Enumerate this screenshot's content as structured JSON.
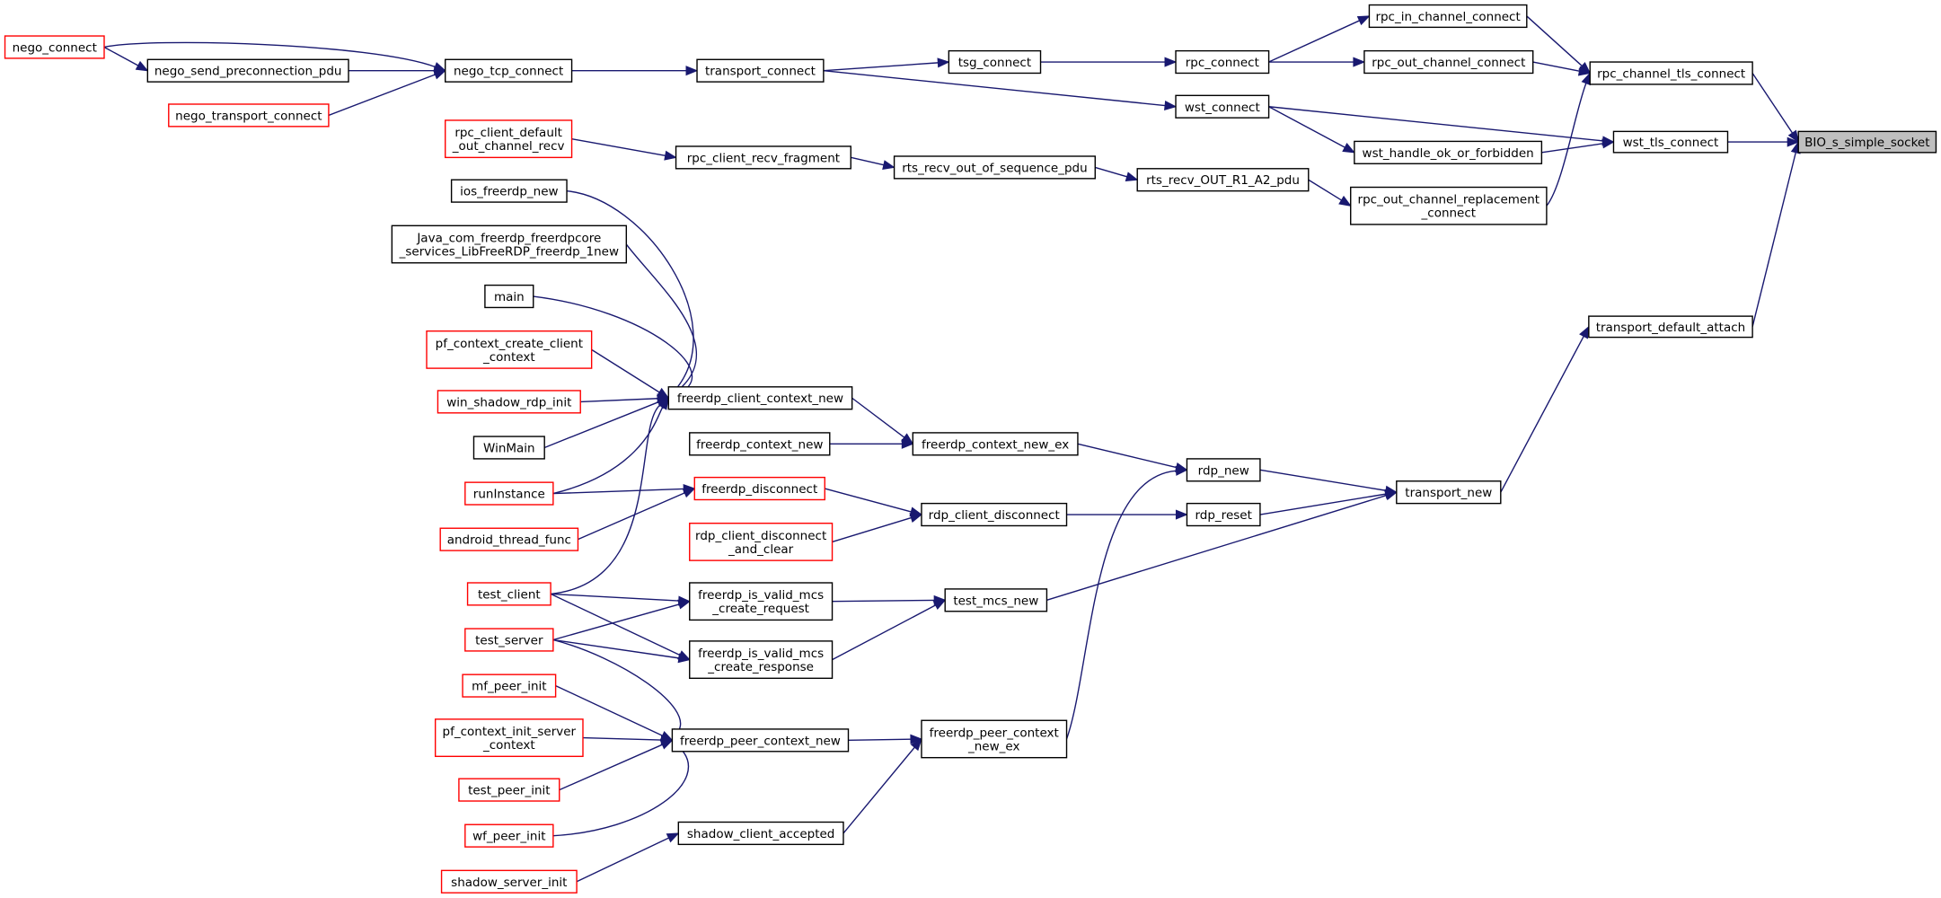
{
  "graph": {
    "colors": {
      "edge": "#191970",
      "truncated_node_border": "#ff0000",
      "normal_node_border": "#000000",
      "highlight_fill": "#bfbfbf"
    },
    "nodes": [
      {
        "id": "bio_s_simple_socket",
        "label": [
          "BIO_s_simple_socket"
        ],
        "highlight": true
      },
      {
        "id": "wst_tls_connect",
        "label": [
          "wst_tls_connect"
        ]
      },
      {
        "id": "rpc_channel_tls_connect",
        "label": [
          "rpc_channel_tls_connect"
        ]
      },
      {
        "id": "transport_default_attach",
        "label": [
          "transport_default_attach"
        ]
      },
      {
        "id": "rpc_in_channel_connect",
        "label": [
          "rpc_in_channel_connect"
        ]
      },
      {
        "id": "rpc_out_channel_connect",
        "label": [
          "rpc_out_channel_connect"
        ]
      },
      {
        "id": "rpc_out_channel_replacement_connect",
        "label": [
          "rpc_out_channel_replacement",
          "_connect"
        ]
      },
      {
        "id": "wst_handle_ok_or_forbidden",
        "label": [
          "wst_handle_ok_or_forbidden"
        ]
      },
      {
        "id": "wst_connect",
        "label": [
          "wst_connect"
        ]
      },
      {
        "id": "rpc_connect",
        "label": [
          "rpc_connect"
        ]
      },
      {
        "id": "tsg_connect",
        "label": [
          "tsg_connect"
        ]
      },
      {
        "id": "transport_connect",
        "label": [
          "transport_connect"
        ]
      },
      {
        "id": "nego_tcp_connect",
        "label": [
          "nego_tcp_connect"
        ]
      },
      {
        "id": "nego_send_preconnection_pdu",
        "label": [
          "nego_send_preconnection_pdu"
        ]
      },
      {
        "id": "nego_connect",
        "label": [
          "nego_connect"
        ],
        "truncated": true
      },
      {
        "id": "nego_transport_connect",
        "label": [
          "nego_transport_connect"
        ],
        "truncated": true
      },
      {
        "id": "rts_recv_out_r1_a2_pdu",
        "label": [
          "rts_recv_OUT_R1_A2_pdu"
        ]
      },
      {
        "id": "rts_recv_out_of_sequence_pdu",
        "label": [
          "rts_recv_out_of_sequence_pdu"
        ]
      },
      {
        "id": "rpc_client_recv_fragment",
        "label": [
          "rpc_client_recv_fragment"
        ]
      },
      {
        "id": "rpc_client_default_out_channel_recv",
        "label": [
          "rpc_client_default",
          "_out_channel_recv"
        ],
        "truncated": true
      },
      {
        "id": "transport_new",
        "label": [
          "transport_new"
        ]
      },
      {
        "id": "rdp_new",
        "label": [
          "rdp_new"
        ]
      },
      {
        "id": "rdp_reset",
        "label": [
          "rdp_reset"
        ]
      },
      {
        "id": "test_mcs_new",
        "label": [
          "test_mcs_new"
        ]
      },
      {
        "id": "freerdp_context_new_ex",
        "label": [
          "freerdp_context_new_ex"
        ]
      },
      {
        "id": "freerdp_peer_context_new_ex",
        "label": [
          "freerdp_peer_context",
          "_new_ex"
        ]
      },
      {
        "id": "rdp_client_disconnect",
        "label": [
          "rdp_client_disconnect"
        ]
      },
      {
        "id": "freerdp_client_context_new",
        "label": [
          "freerdp_client_context_new"
        ]
      },
      {
        "id": "freerdp_context_new",
        "label": [
          "freerdp_context_new"
        ]
      },
      {
        "id": "freerdp_disconnect",
        "label": [
          "freerdp_disconnect"
        ],
        "truncated": true
      },
      {
        "id": "rdp_client_disconnect_and_clear",
        "label": [
          "rdp_client_disconnect",
          "_and_clear"
        ],
        "truncated": true
      },
      {
        "id": "freerdp_is_valid_mcs_create_request",
        "label": [
          "freerdp_is_valid_mcs",
          "_create_request"
        ]
      },
      {
        "id": "freerdp_is_valid_mcs_create_response",
        "label": [
          "freerdp_is_valid_mcs",
          "_create_response"
        ]
      },
      {
        "id": "freerdp_peer_context_new",
        "label": [
          "freerdp_peer_context_new"
        ]
      },
      {
        "id": "shadow_client_accepted",
        "label": [
          "shadow_client_accepted"
        ]
      },
      {
        "id": "ios_freerdp_new",
        "label": [
          "ios_freerdp_new"
        ]
      },
      {
        "id": "java_freerdp_new",
        "label": [
          "Java_com_freerdp_freerdpcore",
          "_services_LibFreeRDP_freerdp_1new"
        ]
      },
      {
        "id": "main",
        "label": [
          "main"
        ]
      },
      {
        "id": "pf_context_create_client_context",
        "label": [
          "pf_context_create_client",
          "_context"
        ],
        "truncated": true
      },
      {
        "id": "win_shadow_rdp_init",
        "label": [
          "win_shadow_rdp_init"
        ],
        "truncated": true
      },
      {
        "id": "winmain",
        "label": [
          "WinMain"
        ]
      },
      {
        "id": "runinstance",
        "label": [
          "runInstance"
        ],
        "truncated": true
      },
      {
        "id": "android_thread_func",
        "label": [
          "android_thread_func"
        ],
        "truncated": true
      },
      {
        "id": "test_client",
        "label": [
          "test_client"
        ],
        "truncated": true
      },
      {
        "id": "test_server",
        "label": [
          "test_server"
        ],
        "truncated": true
      },
      {
        "id": "mf_peer_init",
        "label": [
          "mf_peer_init"
        ],
        "truncated": true
      },
      {
        "id": "pf_context_init_server_context",
        "label": [
          "pf_context_init_server",
          "_context"
        ],
        "truncated": true
      },
      {
        "id": "test_peer_init",
        "label": [
          "test_peer_init"
        ],
        "truncated": true
      },
      {
        "id": "wf_peer_init",
        "label": [
          "wf_peer_init"
        ],
        "truncated": true
      },
      {
        "id": "shadow_server_init",
        "label": [
          "shadow_server_init"
        ],
        "truncated": true
      }
    ],
    "edges": [
      {
        "from": "wst_tls_connect",
        "to": "bio_s_simple_socket"
      },
      {
        "from": "rpc_channel_tls_connect",
        "to": "bio_s_simple_socket"
      },
      {
        "from": "transport_default_attach",
        "to": "bio_s_simple_socket"
      },
      {
        "from": "rpc_in_channel_connect",
        "to": "rpc_channel_tls_connect"
      },
      {
        "from": "rpc_out_channel_connect",
        "to": "rpc_channel_tls_connect"
      },
      {
        "from": "rpc_out_channel_replacement_connect",
        "to": "rpc_channel_tls_connect"
      },
      {
        "from": "wst_handle_ok_or_forbidden",
        "to": "wst_tls_connect"
      },
      {
        "from": "wst_connect",
        "to": "wst_tls_connect"
      },
      {
        "from": "wst_connect",
        "to": "wst_handle_ok_or_forbidden"
      },
      {
        "from": "rpc_connect",
        "to": "rpc_in_channel_connect"
      },
      {
        "from": "rpc_connect",
        "to": "rpc_out_channel_connect"
      },
      {
        "from": "tsg_connect",
        "to": "rpc_connect"
      },
      {
        "from": "transport_connect",
        "to": "tsg_connect"
      },
      {
        "from": "transport_connect",
        "to": "wst_connect"
      },
      {
        "from": "nego_tcp_connect",
        "to": "transport_connect"
      },
      {
        "from": "nego_send_preconnection_pdu",
        "to": "nego_tcp_connect"
      },
      {
        "from": "nego_connect",
        "to": "nego_tcp_connect"
      },
      {
        "from": "nego_connect",
        "to": "nego_send_preconnection_pdu"
      },
      {
        "from": "nego_transport_connect",
        "to": "nego_tcp_connect"
      },
      {
        "from": "rts_recv_out_r1_a2_pdu",
        "to": "rpc_out_channel_replacement_connect"
      },
      {
        "from": "rts_recv_out_of_sequence_pdu",
        "to": "rts_recv_out_r1_a2_pdu"
      },
      {
        "from": "rpc_client_recv_fragment",
        "to": "rts_recv_out_of_sequence_pdu"
      },
      {
        "from": "rpc_client_default_out_channel_recv",
        "to": "rpc_client_recv_fragment"
      },
      {
        "from": "transport_new",
        "to": "transport_default_attach"
      },
      {
        "from": "rdp_new",
        "to": "transport_new"
      },
      {
        "from": "rdp_reset",
        "to": "transport_new"
      },
      {
        "from": "test_mcs_new",
        "to": "transport_new"
      },
      {
        "from": "freerdp_context_new_ex",
        "to": "rdp_new"
      },
      {
        "from": "freerdp_peer_context_new_ex",
        "to": "rdp_new"
      },
      {
        "from": "rdp_client_disconnect",
        "to": "rdp_reset"
      },
      {
        "from": "freerdp_client_context_new",
        "to": "freerdp_context_new_ex"
      },
      {
        "from": "freerdp_context_new",
        "to": "freerdp_context_new_ex"
      },
      {
        "from": "freerdp_disconnect",
        "to": "rdp_client_disconnect"
      },
      {
        "from": "rdp_client_disconnect_and_clear",
        "to": "rdp_client_disconnect"
      },
      {
        "from": "freerdp_is_valid_mcs_create_request",
        "to": "test_mcs_new"
      },
      {
        "from": "freerdp_is_valid_mcs_create_response",
        "to": "test_mcs_new"
      },
      {
        "from": "freerdp_peer_context_new",
        "to": "freerdp_peer_context_new_ex"
      },
      {
        "from": "shadow_client_accepted",
        "to": "freerdp_peer_context_new_ex"
      },
      {
        "from": "ios_freerdp_new",
        "to": "freerdp_client_context_new"
      },
      {
        "from": "java_freerdp_new",
        "to": "freerdp_client_context_new"
      },
      {
        "from": "main",
        "to": "freerdp_client_context_new"
      },
      {
        "from": "pf_context_create_client_context",
        "to": "freerdp_client_context_new"
      },
      {
        "from": "win_shadow_rdp_init",
        "to": "freerdp_client_context_new"
      },
      {
        "from": "winmain",
        "to": "freerdp_client_context_new"
      },
      {
        "from": "runinstance",
        "to": "freerdp_client_context_new"
      },
      {
        "from": "runinstance",
        "to": "freerdp_disconnect"
      },
      {
        "from": "android_thread_func",
        "to": "freerdp_disconnect"
      },
      {
        "from": "test_client",
        "to": "freerdp_client_context_new"
      },
      {
        "from": "test_client",
        "to": "freerdp_is_valid_mcs_create_request"
      },
      {
        "from": "test_client",
        "to": "freerdp_is_valid_mcs_create_response"
      },
      {
        "from": "test_server",
        "to": "freerdp_is_valid_mcs_create_request"
      },
      {
        "from": "test_server",
        "to": "freerdp_is_valid_mcs_create_response"
      },
      {
        "from": "test_server",
        "to": "freerdp_peer_context_new"
      },
      {
        "from": "mf_peer_init",
        "to": "freerdp_peer_context_new"
      },
      {
        "from": "pf_context_init_server_context",
        "to": "freerdp_peer_context_new"
      },
      {
        "from": "test_peer_init",
        "to": "freerdp_peer_context_new"
      },
      {
        "from": "wf_peer_init",
        "to": "freerdp_peer_context_new"
      },
      {
        "from": "shadow_server_init",
        "to": "shadow_client_accepted"
      }
    ]
  }
}
